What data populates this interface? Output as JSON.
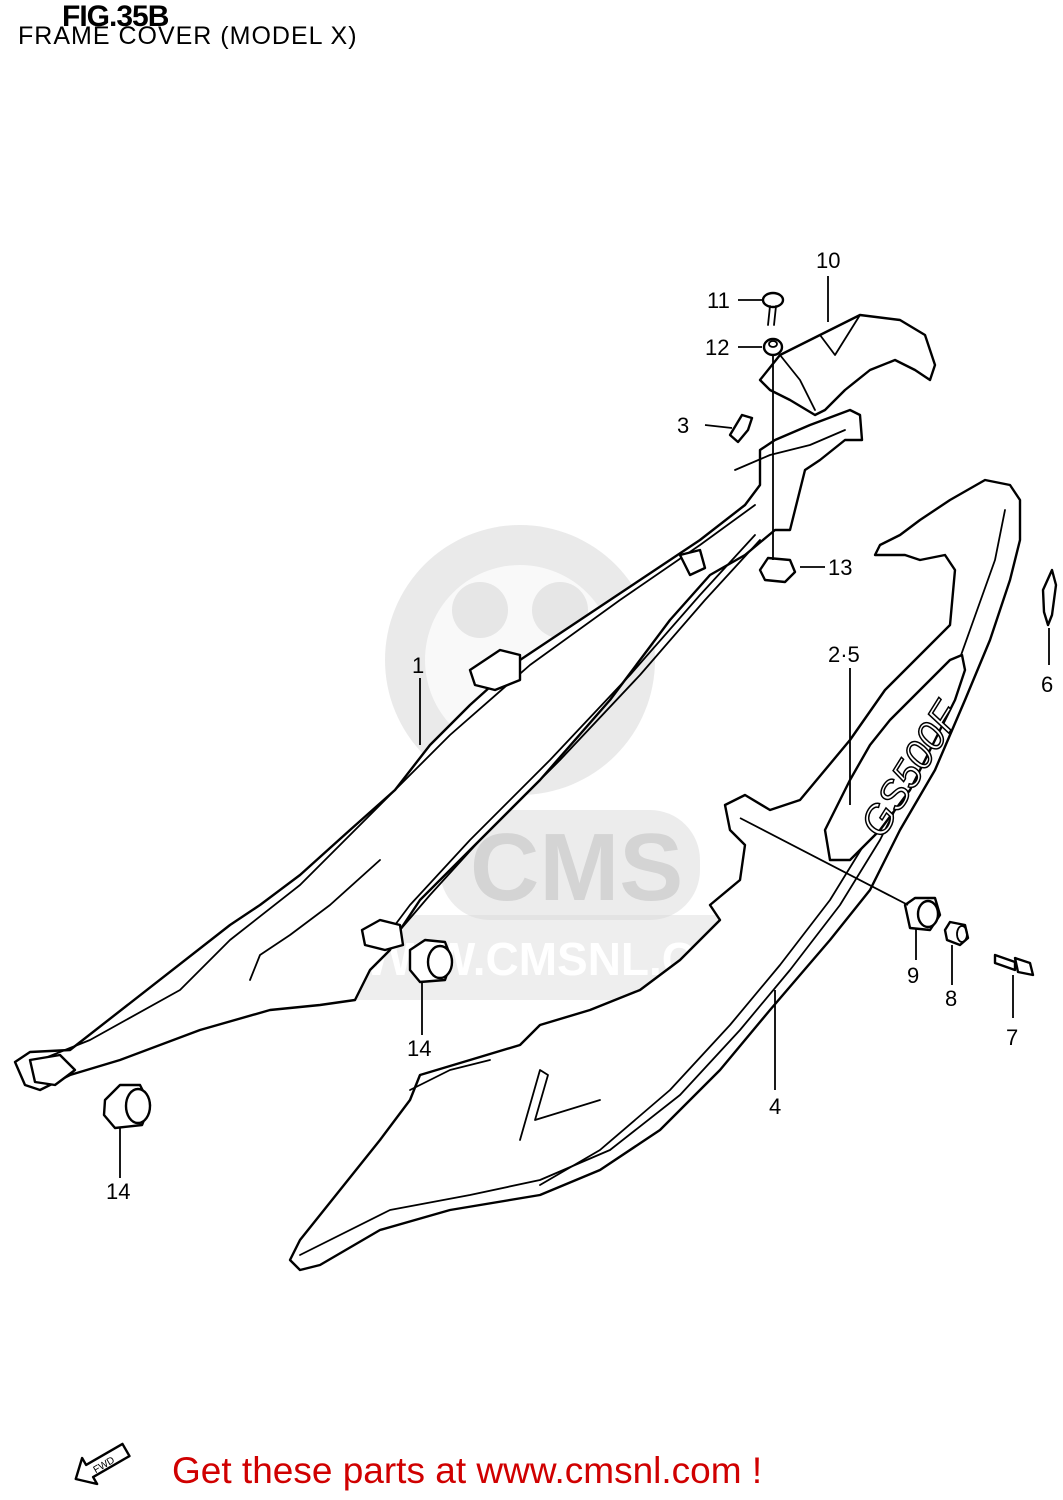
{
  "figure": {
    "title": "FIG.35B",
    "subtitle": "FRAME COVER (MODEL X)"
  },
  "callouts": {
    "c1": "1",
    "c2_5": "2·5",
    "c3": "3",
    "c4": "4",
    "c6": "6",
    "c7": "7",
    "c8": "8",
    "c9": "9",
    "c10": "10",
    "c11": "11",
    "c12": "12",
    "c13": "13",
    "c14a": "14",
    "c14b": "14"
  },
  "watermark": {
    "brand": "CMS",
    "url": "WWW.CMSNL.COM"
  },
  "fwd_label": "FWD",
  "footer": {
    "cta": "Get these parts at www.cmsnl.com !"
  },
  "colors": {
    "footer_text": "#d00000",
    "watermark": "#d9d9d9",
    "line_art": "#000000"
  }
}
